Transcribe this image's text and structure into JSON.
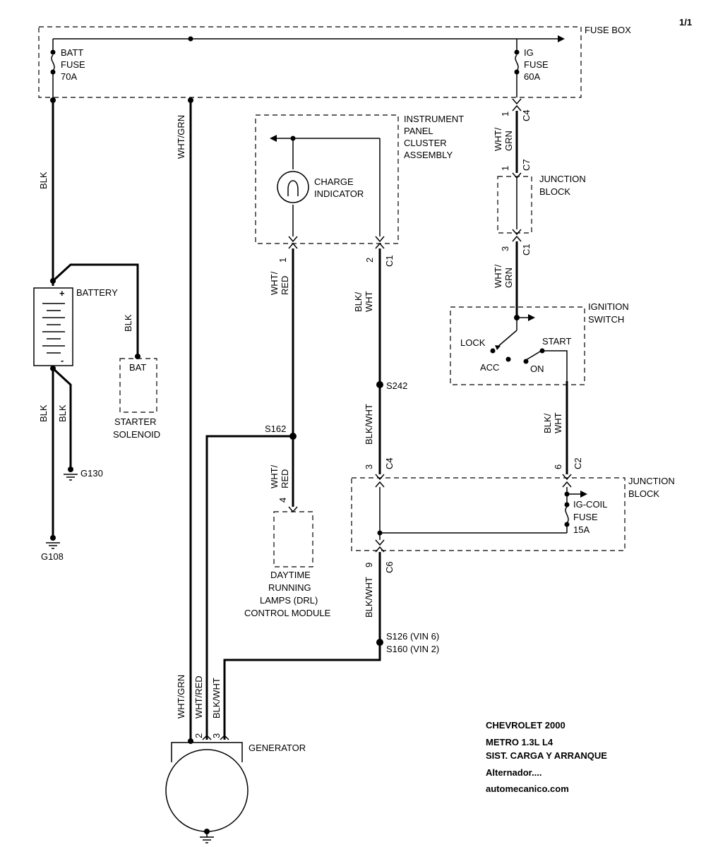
{
  "page_number": "1/1",
  "fuse_box": {
    "label": "FUSE BOX",
    "batt_fuse": [
      "BATT",
      "FUSE",
      "70A"
    ],
    "ig_fuse": [
      "IG",
      "FUSE",
      "60A"
    ]
  },
  "wires": {
    "wht_grn": "WHT/GRN",
    "wht_grn_split": [
      "WHT/",
      "GRN"
    ],
    "wht_red": "WHT/RED",
    "wht_red_split": [
      "WHT/",
      "RED"
    ],
    "blk": "BLK",
    "blk_wht": "BLK/WHT",
    "blk_wht_split": [
      "BLK/",
      "WHT"
    ]
  },
  "instrument_panel": {
    "label": [
      "INSTRUMENT",
      "PANEL",
      "CLUSTER",
      "ASSEMBLY"
    ],
    "charge_indicator": [
      "CHARGE",
      "INDICATOR"
    ],
    "pin1": "1",
    "pin2": "2",
    "connector": "C1"
  },
  "junction_block_top": {
    "label": [
      "JUNCTION",
      "BLOCK"
    ],
    "c4_pin": "1",
    "c4": "C4",
    "c7_pin": "1",
    "c7": "C7",
    "c1_pin": "3",
    "c1": "C1"
  },
  "ignition_switch": {
    "label": [
      "IGNITION",
      "SWITCH"
    ],
    "lock": "LOCK",
    "acc": "ACC",
    "on": "ON",
    "start": "START"
  },
  "battery": {
    "label": "BATTERY",
    "plus": "+",
    "minus": "-"
  },
  "starter_solenoid": {
    "label": [
      "STARTER",
      "SOLENOID"
    ],
    "terminal": "BAT"
  },
  "grounds": {
    "g130": "G130",
    "g108": "G108"
  },
  "splices": {
    "s162": "S162",
    "s242": "S242",
    "s126": "S126 (VIN 6)",
    "s160": "S160 (VIN 2)"
  },
  "drl_module": {
    "label": [
      "DAYTIME",
      "RUNNING",
      "LAMPS (DRL)",
      "CONTROL MODULE"
    ],
    "pin": "4"
  },
  "junction_block_bottom": {
    "label": [
      "JUNCTION",
      "BLOCK"
    ],
    "c4_pin": "3",
    "c4": "C4",
    "c2_pin": "6",
    "c2": "C2",
    "c6_pin": "9",
    "c6": "C6",
    "fuse": [
      "IG-COIL",
      "FUSE",
      "15A"
    ]
  },
  "generator": {
    "label": "GENERATOR",
    "pin2": "2",
    "pin3": "3"
  },
  "title_block": {
    "title": "CHEVROLET 2000",
    "model": "METRO  1.3L  L4",
    "system": "SIST. CARGA Y ARRANQUE",
    "component": "Alternador....",
    "website": "automecanico.com"
  }
}
